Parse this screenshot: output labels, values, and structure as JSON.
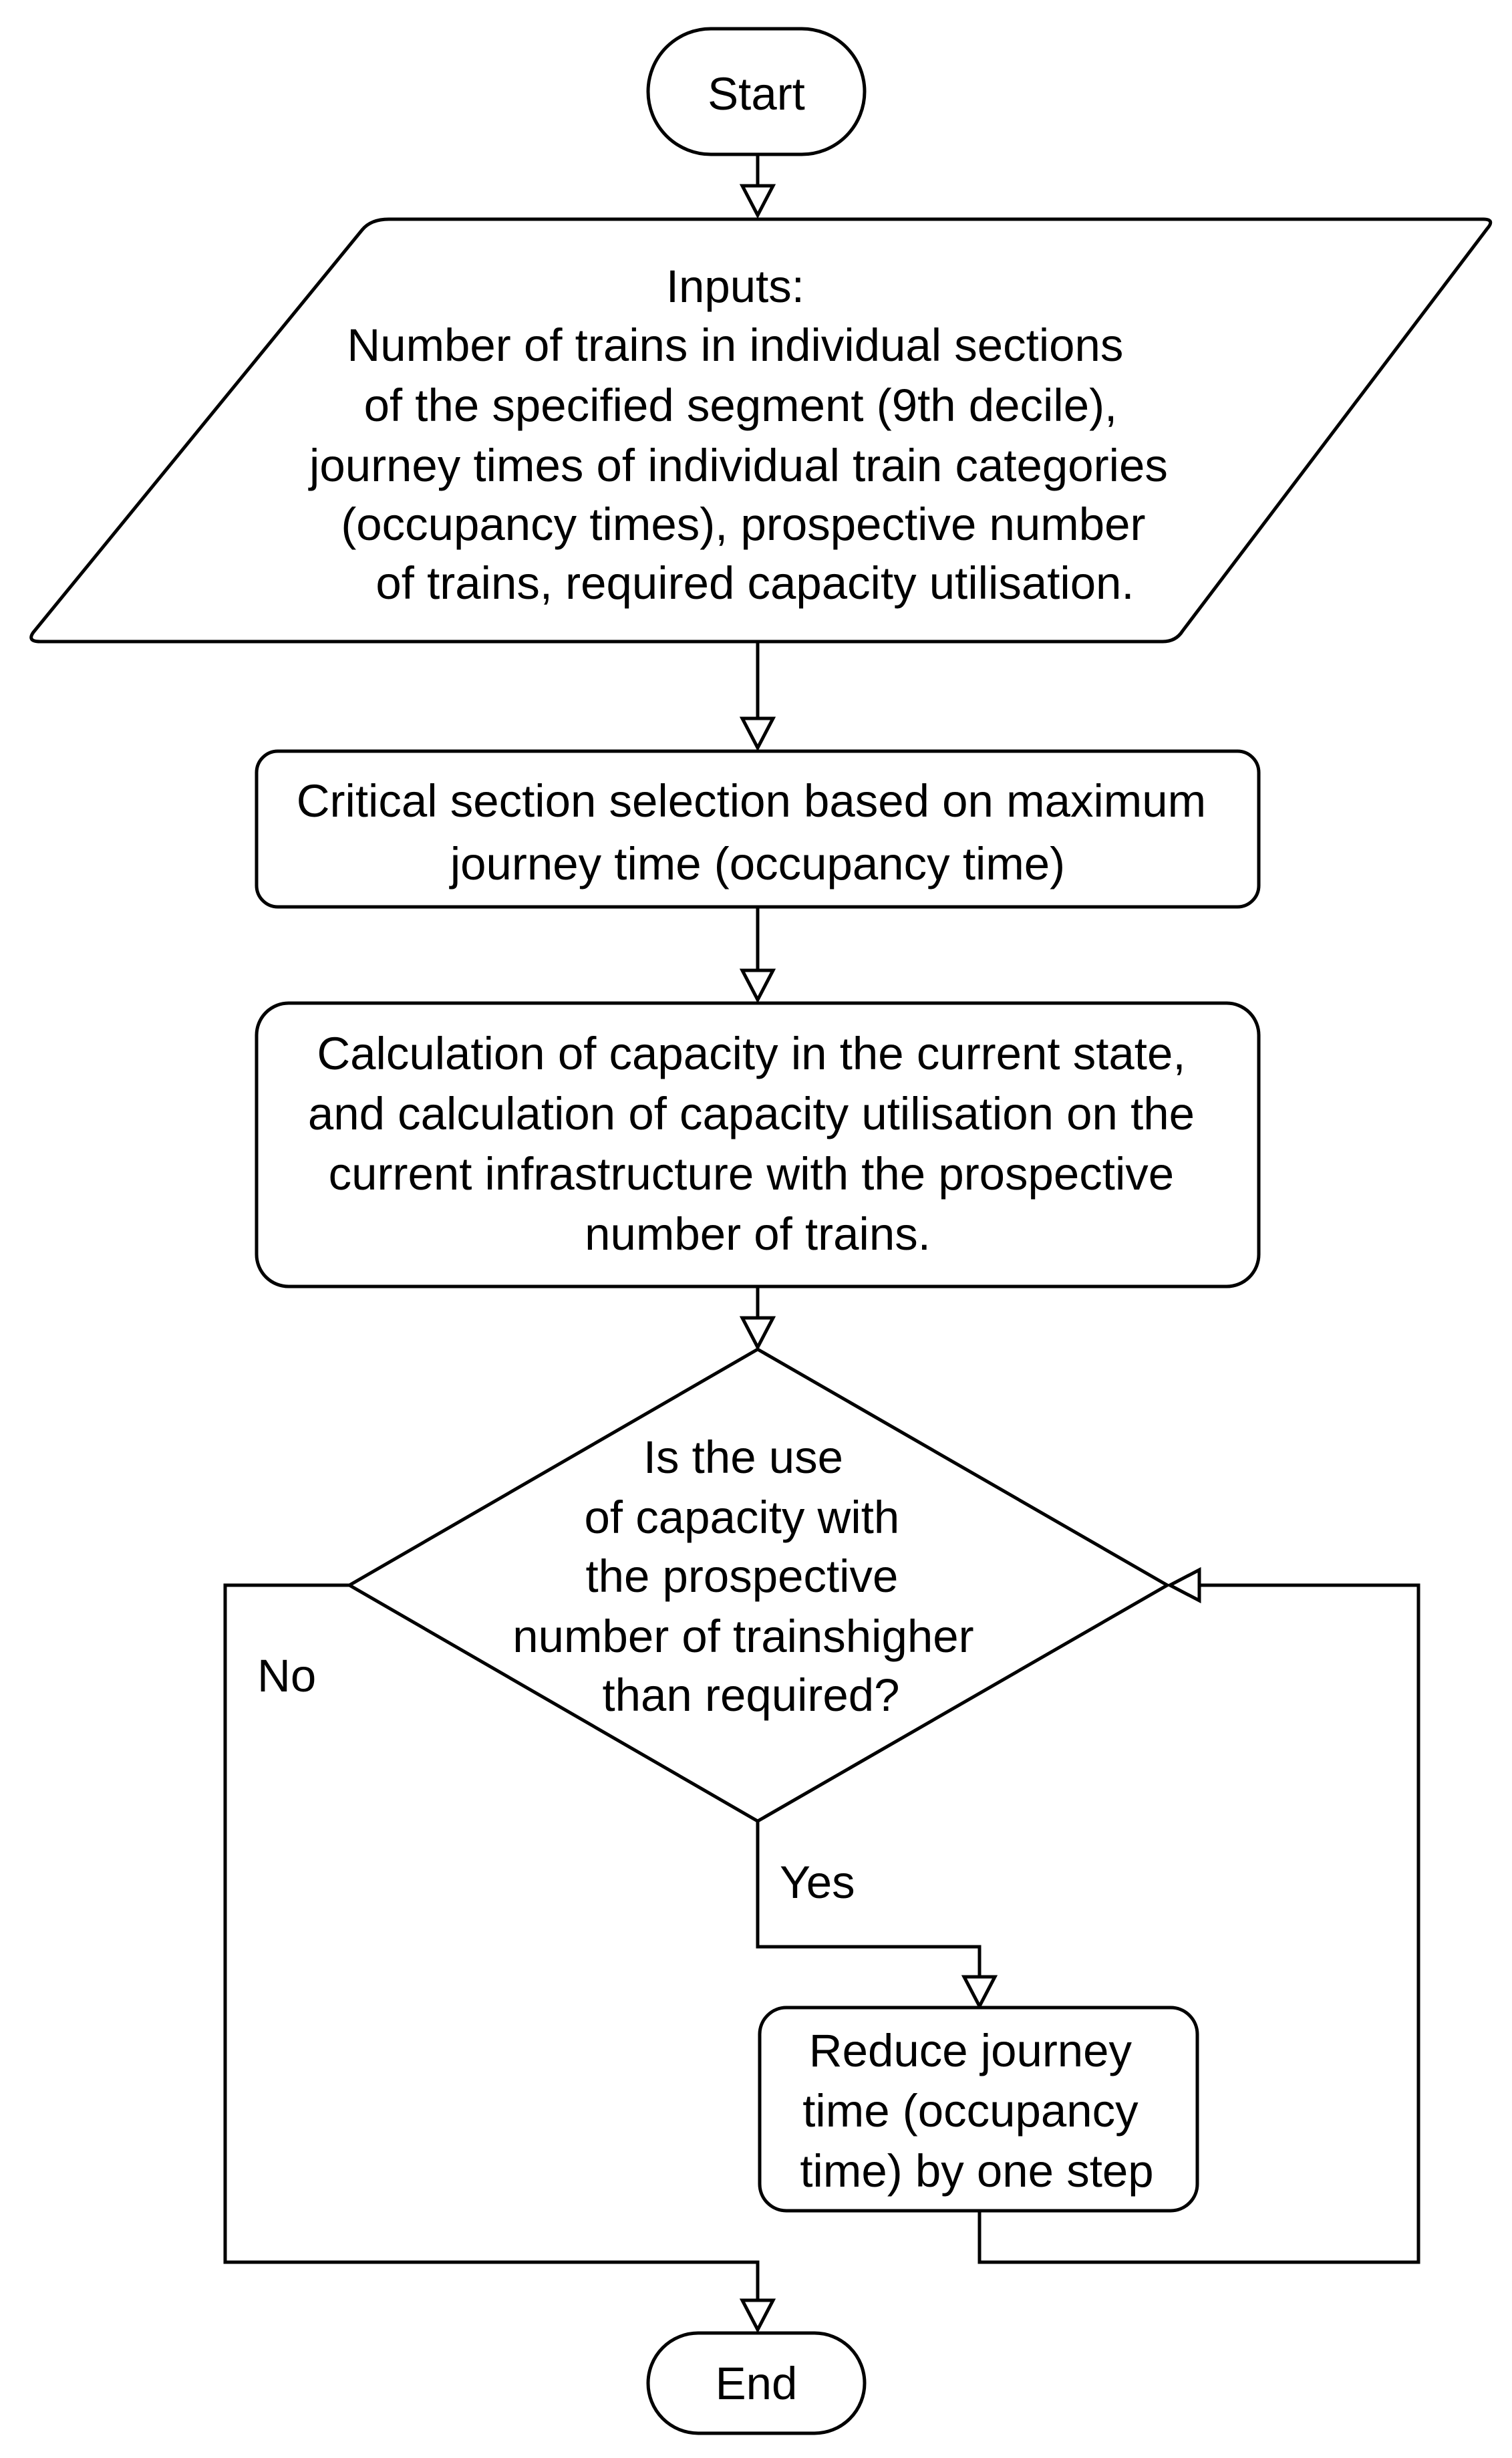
{
  "nodes": {
    "start": {
      "label": "Start"
    },
    "inputs": {
      "lines": [
        "Inputs:",
        "Number of trains in individual sections",
        "of the specified segment (9th decile),",
        "journey times of individual train categories",
        "(occupancy times), prospective number",
        "of trains, required capacity utilisation."
      ]
    },
    "critical_section": {
      "lines": [
        "Critical section selection based on maximum",
        "journey time (occupancy time)"
      ]
    },
    "calculation": {
      "lines": [
        "Calculation of capacity in the current state,",
        "and calculation of capacity utilisation on the",
        "current infrastructure with the prospective",
        "number of trains."
      ]
    },
    "decision": {
      "lines": [
        "Is the use",
        "of capacity with",
        "the prospective",
        "number of trainshigher",
        "than required?"
      ]
    },
    "reduce": {
      "lines": [
        "Reduce journey",
        "time (occupancy",
        "time) by one step"
      ]
    },
    "end": {
      "label": "End"
    }
  },
  "edges": {
    "no_label": "No",
    "yes_label": "Yes"
  }
}
